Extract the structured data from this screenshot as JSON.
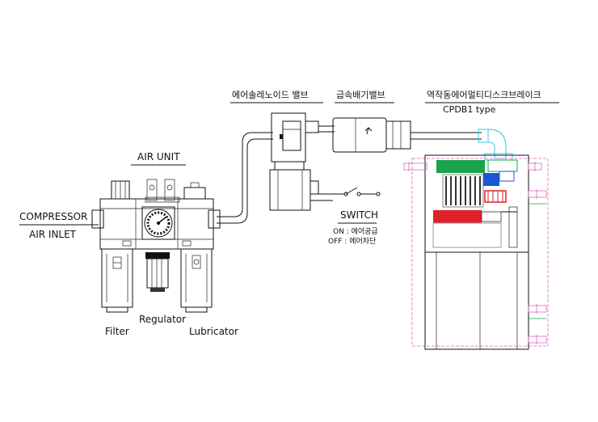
{
  "labels": {
    "compressor": "COMPRESSOR",
    "air_inlet": "AIR  INLET",
    "air_unit": "AIR  UNIT",
    "filter": "Filter",
    "regulator": "Regulator",
    "lubricator": "Lubricator",
    "solenoid_valve": "에어솔레노이드 밸브",
    "quick_exhaust_valve": "급속배기밸브",
    "brake": "역작동에어멀티디스크브레이크",
    "brake_type": "CPDB1  type",
    "switch": "SWITCH",
    "on_label": "ON  :  에어공급",
    "off_label": "OFF  :  에어차단"
  },
  "colors": {
    "line": "#111111",
    "pink": "#e066c0",
    "green": "#1aa34a",
    "red": "#e0202a",
    "blue": "#1b56d8",
    "cyan": "#30c8e0",
    "gray": "#9a9a9a"
  }
}
